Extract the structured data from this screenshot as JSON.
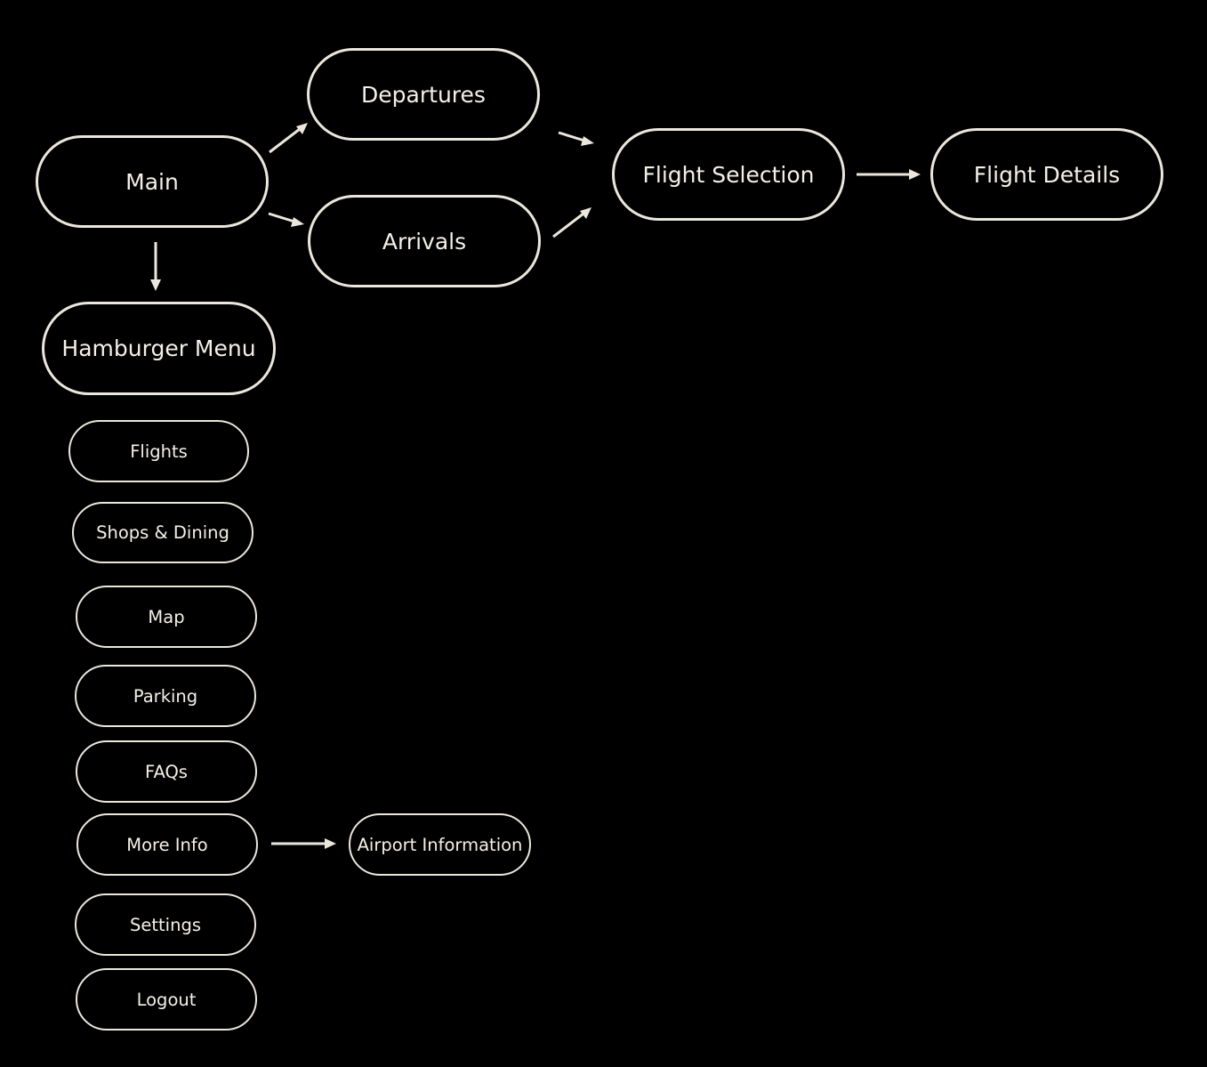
{
  "colors": {
    "background": "#000000",
    "stroke": "#ece7dd",
    "text": "#f4f0e8"
  },
  "nodes": {
    "main": "Main",
    "departures": "Departures",
    "arrivals": "Arrivals",
    "flight_selection": "Flight Selection",
    "flight_details": "Flight Details",
    "hamburger_menu": "Hamburger Menu",
    "flights": "Flights",
    "shops_dining": "Shops & Dining",
    "map": "Map",
    "parking": "Parking",
    "faqs": "FAQs",
    "more_info": "More Info",
    "airport_information": "Airport Information",
    "settings": "Settings",
    "logout": "Logout"
  },
  "edges": [
    {
      "from": "Main",
      "to": "Departures"
    },
    {
      "from": "Main",
      "to": "Arrivals"
    },
    {
      "from": "Main",
      "to": "Hamburger Menu"
    },
    {
      "from": "Departures",
      "to": "Flight Selection"
    },
    {
      "from": "Arrivals",
      "to": "Flight Selection"
    },
    {
      "from": "Flight Selection",
      "to": "Flight Details"
    },
    {
      "from": "More Info",
      "to": "Airport Information"
    }
  ]
}
